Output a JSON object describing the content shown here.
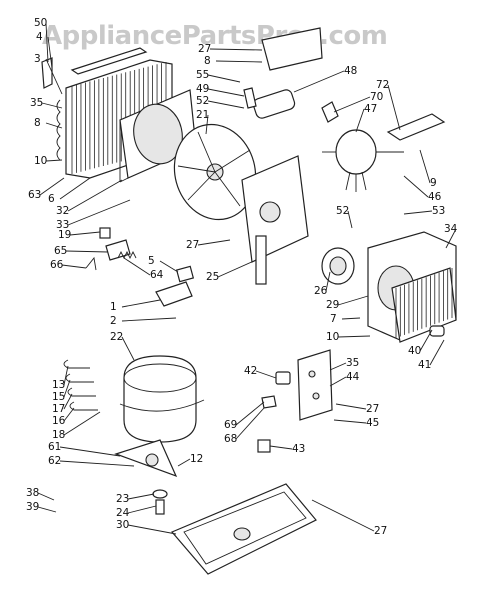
{
  "watermark": "AppliancePartsPros.com",
  "callouts": [
    {
      "id": "c50",
      "text": "50"
    },
    {
      "id": "c4",
      "text": "4"
    },
    {
      "id": "c3",
      "text": "3"
    },
    {
      "id": "c35a",
      "text": "35"
    },
    {
      "id": "c8a",
      "text": "8"
    },
    {
      "id": "c10a",
      "text": "10"
    },
    {
      "id": "c63",
      "text": "63"
    },
    {
      "id": "c6",
      "text": "6"
    },
    {
      "id": "c32",
      "text": "32"
    },
    {
      "id": "c33",
      "text": "33"
    },
    {
      "id": "c19",
      "text": "19"
    },
    {
      "id": "c65",
      "text": "65"
    },
    {
      "id": "c66",
      "text": "66"
    },
    {
      "id": "c5",
      "text": "5"
    },
    {
      "id": "c64",
      "text": "64"
    },
    {
      "id": "c1",
      "text": "1"
    },
    {
      "id": "c2",
      "text": "2"
    },
    {
      "id": "c22",
      "text": "22"
    },
    {
      "id": "c27a",
      "text": "27"
    },
    {
      "id": "c8b",
      "text": "8"
    },
    {
      "id": "c55",
      "text": "55"
    },
    {
      "id": "c49",
      "text": "49"
    },
    {
      "id": "c52a",
      "text": "52"
    },
    {
      "id": "c21",
      "text": "21"
    },
    {
      "id": "c27b",
      "text": "27"
    },
    {
      "id": "c25",
      "text": "25"
    },
    {
      "id": "c48",
      "text": "48"
    },
    {
      "id": "c72",
      "text": "72"
    },
    {
      "id": "c70",
      "text": "70"
    },
    {
      "id": "c47",
      "text": "47"
    },
    {
      "id": "c9",
      "text": "9"
    },
    {
      "id": "c46",
      "text": "46"
    },
    {
      "id": "c52b",
      "text": "52"
    },
    {
      "id": "c53",
      "text": "53"
    },
    {
      "id": "c34",
      "text": "34"
    },
    {
      "id": "c26",
      "text": "26"
    },
    {
      "id": "c29",
      "text": "29"
    },
    {
      "id": "c7",
      "text": "7"
    },
    {
      "id": "c10b",
      "text": "10"
    },
    {
      "id": "c40",
      "text": "40"
    },
    {
      "id": "c41",
      "text": "41"
    },
    {
      "id": "c13",
      "text": "13"
    },
    {
      "id": "c15",
      "text": "15"
    },
    {
      "id": "c17",
      "text": "17"
    },
    {
      "id": "c16",
      "text": "16"
    },
    {
      "id": "c18",
      "text": "18"
    },
    {
      "id": "c61",
      "text": "61"
    },
    {
      "id": "c62",
      "text": "62"
    },
    {
      "id": "c12",
      "text": "12"
    },
    {
      "id": "c23",
      "text": "23"
    },
    {
      "id": "c24",
      "text": "24"
    },
    {
      "id": "c30",
      "text": "30"
    },
    {
      "id": "c38",
      "text": "38"
    },
    {
      "id": "c39",
      "text": "39"
    },
    {
      "id": "c42",
      "text": "42"
    },
    {
      "id": "c35b",
      "text": "35"
    },
    {
      "id": "c44",
      "text": "44"
    },
    {
      "id": "c27c",
      "text": "27"
    },
    {
      "id": "c69",
      "text": "69"
    },
    {
      "id": "c68",
      "text": "68"
    },
    {
      "id": "c45",
      "text": "45"
    },
    {
      "id": "c43",
      "text": "43"
    },
    {
      "id": "c27d",
      "text": "27"
    }
  ]
}
